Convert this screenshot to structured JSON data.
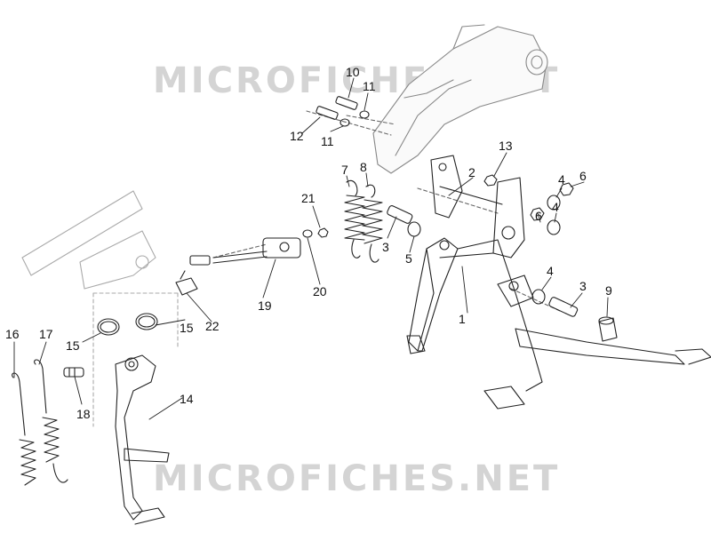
{
  "watermark": {
    "text": "MICROFICHES.NET"
  },
  "callouts": [
    {
      "id": "c1",
      "text": "1"
    },
    {
      "id": "c2",
      "text": "2"
    },
    {
      "id": "c3a",
      "text": "3"
    },
    {
      "id": "c3b",
      "text": "3"
    },
    {
      "id": "c4a",
      "text": "4"
    },
    {
      "id": "c4b",
      "text": "4"
    },
    {
      "id": "c4c",
      "text": "4"
    },
    {
      "id": "c5",
      "text": "5"
    },
    {
      "id": "c6a",
      "text": "6"
    },
    {
      "id": "c6b",
      "text": "6"
    },
    {
      "id": "c7",
      "text": "7"
    },
    {
      "id": "c8",
      "text": "8"
    },
    {
      "id": "c9",
      "text": "9"
    },
    {
      "id": "c10",
      "text": "10"
    },
    {
      "id": "c11a",
      "text": "11"
    },
    {
      "id": "c11b",
      "text": "11"
    },
    {
      "id": "c12",
      "text": "12"
    },
    {
      "id": "c13",
      "text": "13"
    },
    {
      "id": "c14",
      "text": "14"
    },
    {
      "id": "c15a",
      "text": "15"
    },
    {
      "id": "c15b",
      "text": "15"
    },
    {
      "id": "c16",
      "text": "16"
    },
    {
      "id": "c17",
      "text": "17"
    },
    {
      "id": "c18",
      "text": "18"
    },
    {
      "id": "c19",
      "text": "19"
    },
    {
      "id": "c20",
      "text": "20"
    },
    {
      "id": "c21",
      "text": "21"
    },
    {
      "id": "c22",
      "text": "22"
    }
  ]
}
